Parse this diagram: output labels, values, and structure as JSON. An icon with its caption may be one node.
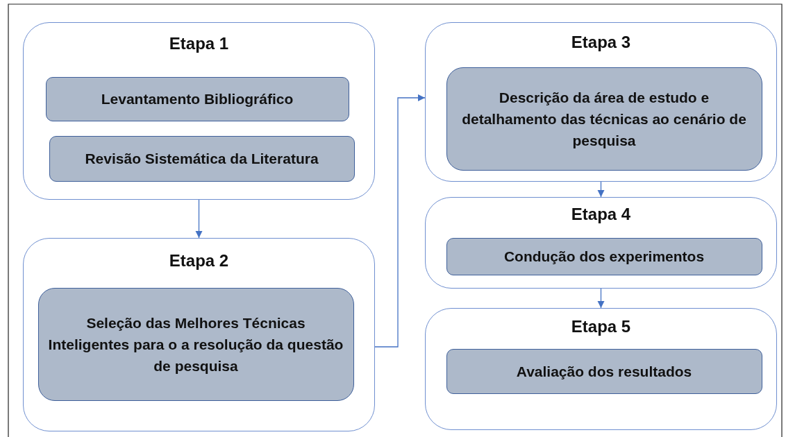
{
  "diagram": {
    "nodes": [
      {
        "text": [
          "Etapa 1"
        ]
      },
      {
        "text": [
          "Levantamento Bibliográfico"
        ],
        "in": 0
      },
      {
        "text": [
          "Revisão Sistemática da Literatura"
        ],
        "in": 0
      },
      {
        "text": [
          "Etapa 2"
        ]
      },
      {
        "text": [
          "Seleção das Melhores Técnicas Inteligentes para o a resolução da questão de pesquisa"
        ],
        "in": 3
      },
      {
        "text": [
          "Etapa 3"
        ]
      },
      {
        "text": [
          "Descrição da área de estudo e detalhamento  das técnicas ao cenário de pesquisa"
        ],
        "in": 5
      },
      {
        "text": [
          "Etapa 4"
        ]
      },
      {
        "text": [
          "Condução dos experimentos"
        ],
        "in": 7
      },
      {
        "text": [
          "Etapa 5"
        ]
      },
      {
        "text": [
          "Avaliação dos resultados"
        ],
        "in": 9
      }
    ],
    "edges": [
      {
        "from": 0,
        "to": 3,
        "arrow": "to"
      },
      {
        "from": 3,
        "to": 5,
        "arrow": "to"
      },
      {
        "from": 5,
        "to": 7,
        "arrow": "to"
      },
      {
        "from": 7,
        "to": 9,
        "arrow": "to"
      }
    ]
  }
}
